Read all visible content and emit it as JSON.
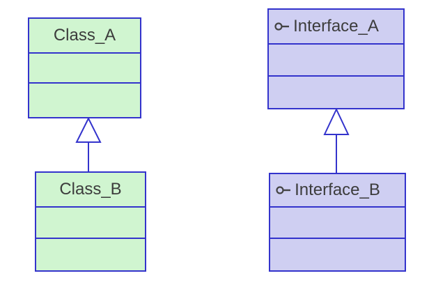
{
  "diagram": {
    "type": "uml-class-diagram",
    "colors": {
      "node_border": "#3333cc",
      "class_fill": "#d0f5d0",
      "interface_fill": "#cfcff2",
      "label_text": "#3c3c3c",
      "icon": "#444444",
      "background": "#ffffff"
    }
  },
  "nodes": {
    "class_a": {
      "label": "Class_A",
      "stereotype": "class"
    },
    "class_b": {
      "label": "Class_B",
      "stereotype": "class"
    },
    "interface_a": {
      "label": "Interface_A",
      "stereotype": "interface",
      "icon": "interface-lollipop-icon"
    },
    "interface_b": {
      "label": "Interface_B",
      "stereotype": "interface",
      "icon": "interface-lollipop-icon"
    }
  },
  "relationships": [
    {
      "type": "generalization",
      "from": "Class_B",
      "to": "Class_A"
    },
    {
      "type": "generalization",
      "from": "Interface_B",
      "to": "Interface_A"
    }
  ]
}
